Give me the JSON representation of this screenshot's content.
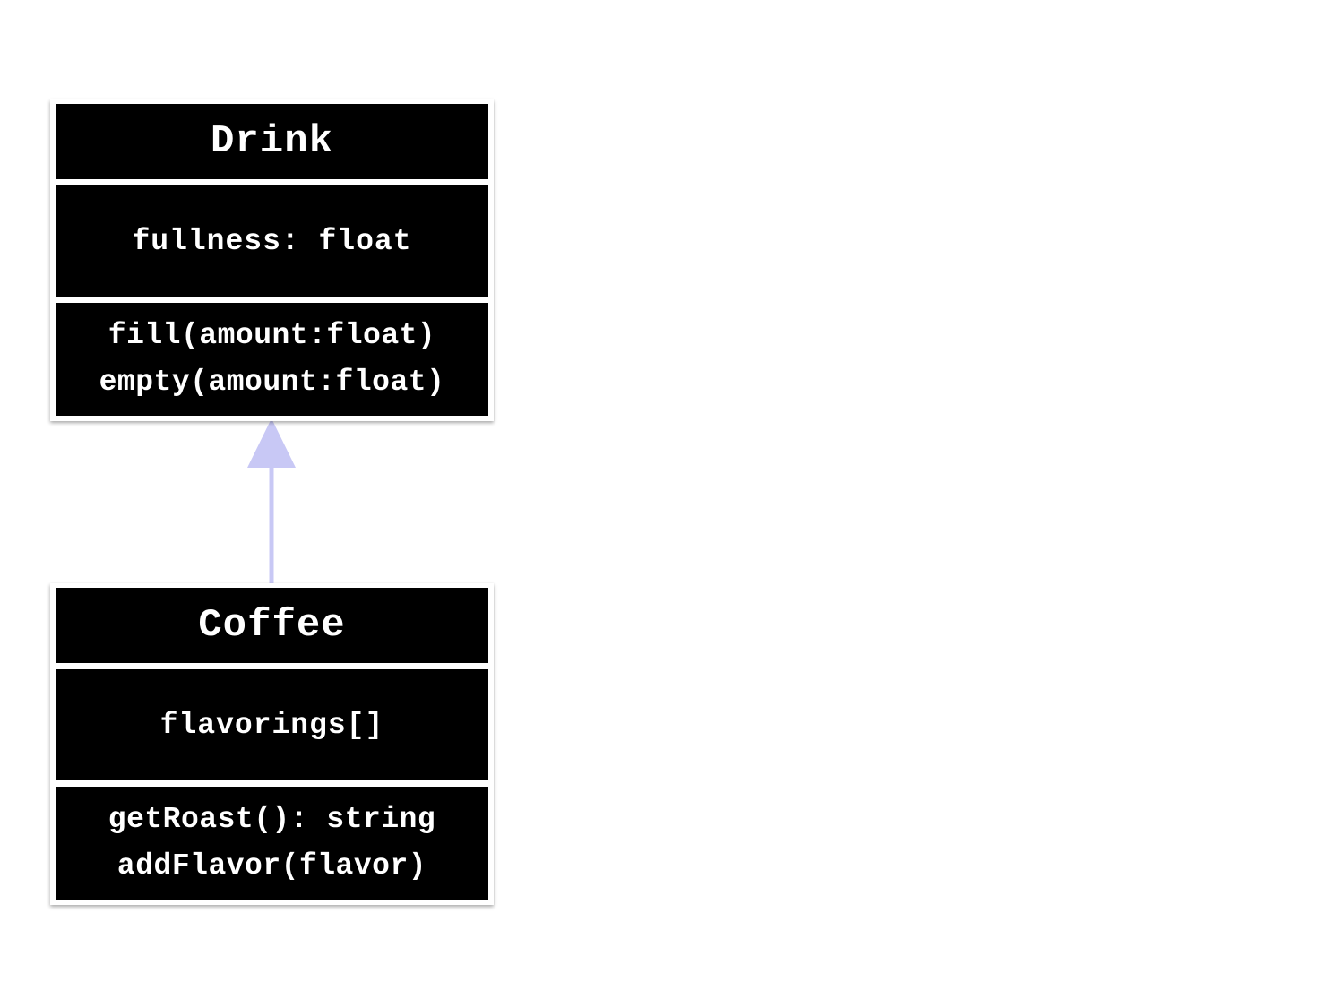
{
  "diagram": {
    "classes": [
      {
        "name": "Drink",
        "attributes": [
          "fullness: float"
        ],
        "methods": [
          "fill(amount:float)",
          "empty(amount:float)"
        ]
      },
      {
        "name": "Coffee",
        "attributes": [
          "flavorings[]"
        ],
        "methods": [
          "getRoast(): string",
          "addFlavor(flavor)"
        ]
      }
    ],
    "relationship": {
      "type": "inheritance",
      "from": "Coffee",
      "to": "Drink",
      "color": "#c8c8f5"
    },
    "colors": {
      "box_fill": "#000000",
      "text": "#ffffff",
      "background": "#ffffff"
    }
  }
}
